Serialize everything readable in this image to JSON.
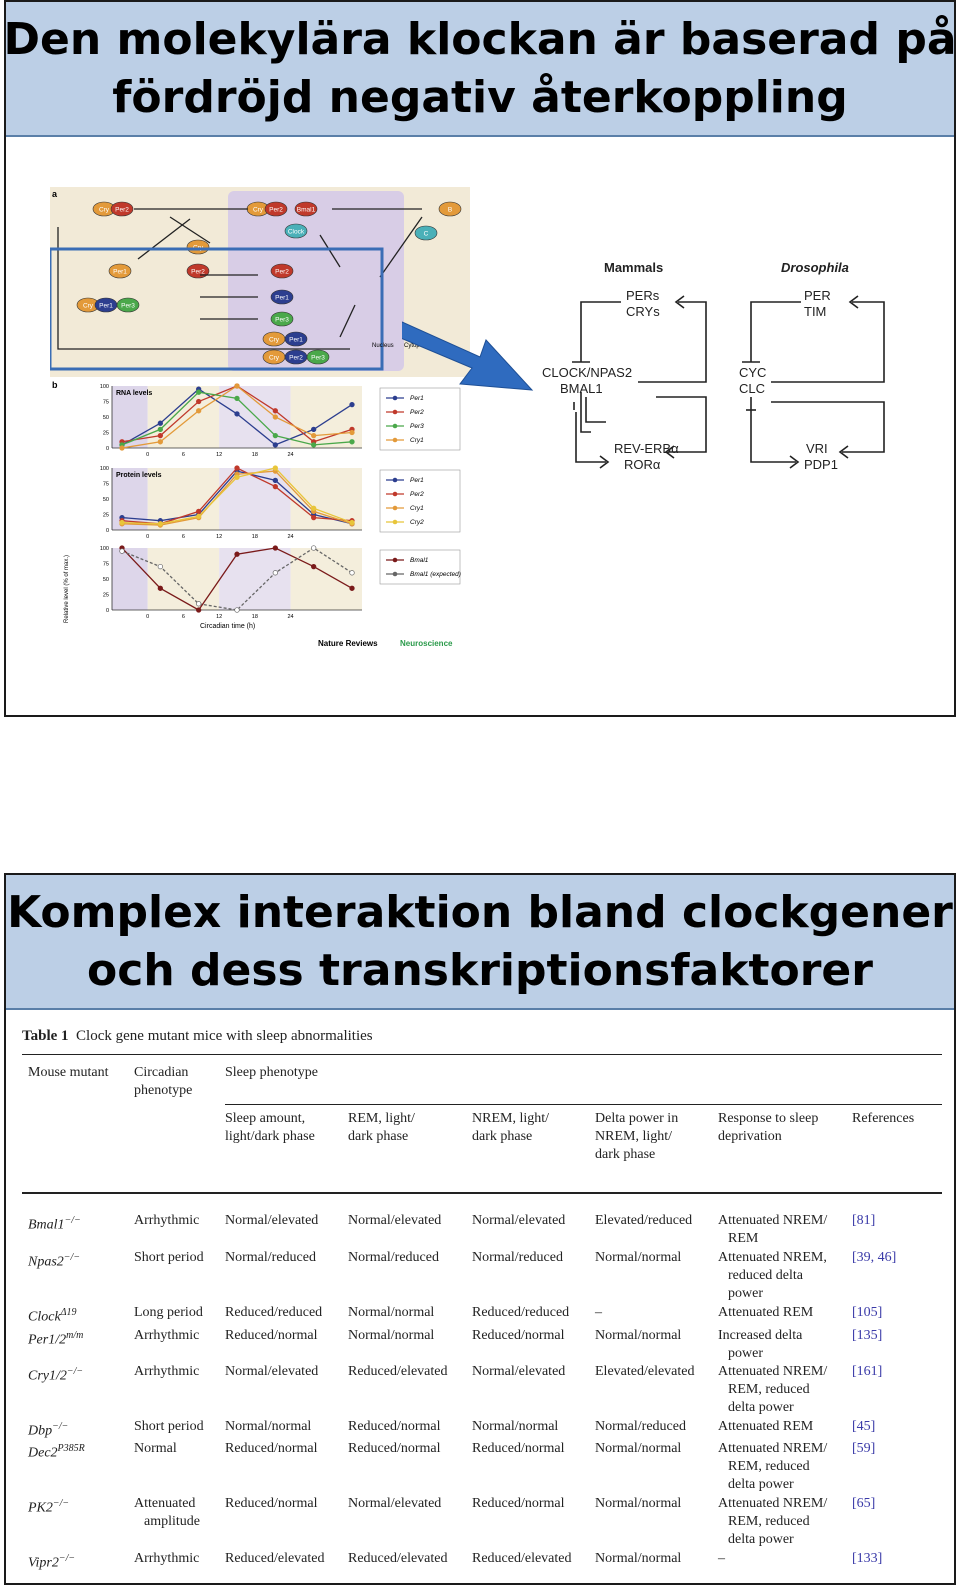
{
  "slide1": {
    "title_line1": "Den molekylära klockan är baserad på",
    "title_line2": "fördröjd negativ återkoppling",
    "panel_a": {
      "label": "a",
      "nodes": [
        "Cry",
        "Per2",
        "Cry",
        "Per2",
        "Bmal1",
        "Clock",
        "Cry",
        "Per1",
        "Per2",
        "Cry",
        "Per1",
        "Per3",
        "Per2",
        "Per1",
        "Per3",
        "Cry",
        "Per1",
        "Cry",
        "Per2",
        "Per3",
        "B",
        "C"
      ],
      "nucleus_label": "Nucleus",
      "cytoplasm_label": "Cytop"
    },
    "panel_b": {
      "label": "b",
      "rna_title": "RNA levels",
      "protein_title": "Protein levels",
      "ylabel": "Relative level (% of max.)",
      "xlabel": "Circadian time (h)",
      "x_ticks": [
        "0",
        "6",
        "12",
        "18",
        "24"
      ],
      "y_ticks": [
        "0",
        "25",
        "50",
        "75",
        "100"
      ],
      "legend_rna": [
        "Per1",
        "Per2",
        "Per3",
        "Cry1"
      ],
      "legend_protein": [
        "Per1",
        "Per2",
        "Cry1",
        "Cry2"
      ],
      "legend_bmal": [
        "Bmal1",
        "Bmal1 (expected)"
      ],
      "credit_journal": "Nature Reviews",
      "credit_section": "Neuroscience"
    },
    "feedback": {
      "mammals_title": "Mammals",
      "drosophila_title": "Drosophila",
      "m_top1": "PERs",
      "m_top2": "CRYs",
      "m_mid1": "CLOCK/NPAS2",
      "m_mid2": "BMAL1",
      "m_bot1": "REV-ERBα",
      "m_bot2": "RORα",
      "d_top1": "PER",
      "d_top2": "TIM",
      "d_mid1": "CYC",
      "d_mid2": "CLC",
      "d_bot1": "VRI",
      "d_bot2": "PDP1"
    }
  },
  "slide2": {
    "title_line1": "Komplex interaktion bland clockgener",
    "title_line2": "och dess transkriptionsfaktorer",
    "table": {
      "caption_bold": "Table 1",
      "caption_text": "Clock gene mutant mice with sleep abnormalities",
      "h_mouse": "Mouse mutant",
      "h_circ1": "Circadian",
      "h_circ2": "phenotype",
      "h_sleep": "Sleep phenotype",
      "h_amount1": "Sleep amount,",
      "h_amount2": "light/dark phase",
      "h_rem1": "REM, light/",
      "h_rem2": "dark phase",
      "h_nrem1": "NREM, light/",
      "h_nrem2": "dark phase",
      "h_delta1": "Delta power in",
      "h_delta2": "NREM, light/",
      "h_delta3": "dark phase",
      "h_resp1": "Response to sleep",
      "h_resp2": "deprivation",
      "h_refs": "References",
      "rows": [
        {
          "gene": "Bmal1",
          "sup": "−/−",
          "circ": [
            "Arrhythmic"
          ],
          "amount": "Normal/elevated",
          "rem": "Normal/elevated",
          "nrem": "Normal/elevated",
          "delta": "Elevated/reduced",
          "resp": [
            "Attenuated NREM/",
            "REM"
          ],
          "refs": "[81]"
        },
        {
          "gene": "Npas2",
          "sup": "−/−",
          "circ": [
            "Short period"
          ],
          "amount": "Normal/reduced",
          "rem": "Normal/reduced",
          "nrem": "Normal/reduced",
          "delta": "Normal/normal",
          "resp": [
            "Attenuated NREM,",
            "reduced delta",
            "power"
          ],
          "refs": "[39, 46]"
        },
        {
          "gene": "Clock",
          "sup": "Δ19",
          "circ": [
            "Long period"
          ],
          "amount": "Reduced/reduced",
          "rem": "Normal/normal",
          "nrem": "Reduced/reduced",
          "delta": "–",
          "resp": [
            "Attenuated REM"
          ],
          "refs": "[105]"
        },
        {
          "gene": "Per1/2",
          "sup": "m/m",
          "circ": [
            "Arrhythmic"
          ],
          "amount": "Reduced/normal",
          "rem": "Normal/normal",
          "nrem": "Reduced/normal",
          "delta": "Normal/normal",
          "resp": [
            "Increased delta",
            "power"
          ],
          "refs": "[135]"
        },
        {
          "gene": "Cry1/2",
          "sup": "−/−",
          "circ": [
            "Arrhythmic"
          ],
          "amount": "Normal/elevated",
          "rem": "Reduced/elevated",
          "nrem": "Normal/elevated",
          "delta": "Elevated/elevated",
          "resp": [
            "Attenuated NREM/",
            "REM, reduced",
            "delta power"
          ],
          "refs": "[161]"
        },
        {
          "gene": "Dbp",
          "sup": "−/−",
          "circ": [
            "Short period"
          ],
          "amount": "Normal/normal",
          "rem": "Reduced/normal",
          "nrem": "Normal/normal",
          "delta": "Normal/reduced",
          "resp": [
            "Attenuated REM"
          ],
          "refs": "[45]"
        },
        {
          "gene": "Dec2",
          "sup": "P385R",
          "circ": [
            "Normal"
          ],
          "amount": "Reduced/normal",
          "rem": "Reduced/normal",
          "nrem": "Reduced/normal",
          "delta": "Normal/normal",
          "resp": [
            "Attenuated NREM/",
            "REM, reduced",
            "delta power"
          ],
          "refs": "[59]"
        },
        {
          "gene": "PK2",
          "sup": "−/−",
          "circ": [
            "Attenuated",
            "amplitude"
          ],
          "amount": "Reduced/normal",
          "rem": "Normal/elevated",
          "nrem": "Reduced/normal",
          "delta": "Normal/normal",
          "resp": [
            "Attenuated NREM/",
            "REM, reduced",
            "delta power"
          ],
          "refs": "[65]"
        },
        {
          "gene": "Vipr2",
          "sup": "−/−",
          "circ": [
            "Arrhythmic"
          ],
          "amount": "Reduced/elevated",
          "rem": "Reduced/elevated",
          "nrem": "Reduced/elevated",
          "delta": "Normal/normal",
          "resp": [
            "–"
          ],
          "refs": "[133]"
        }
      ]
    }
  },
  "colors": {
    "title_band": "#bccfe6",
    "arrow_blue": "#2f6bbf",
    "ref_blue": "#3a3aa8"
  }
}
